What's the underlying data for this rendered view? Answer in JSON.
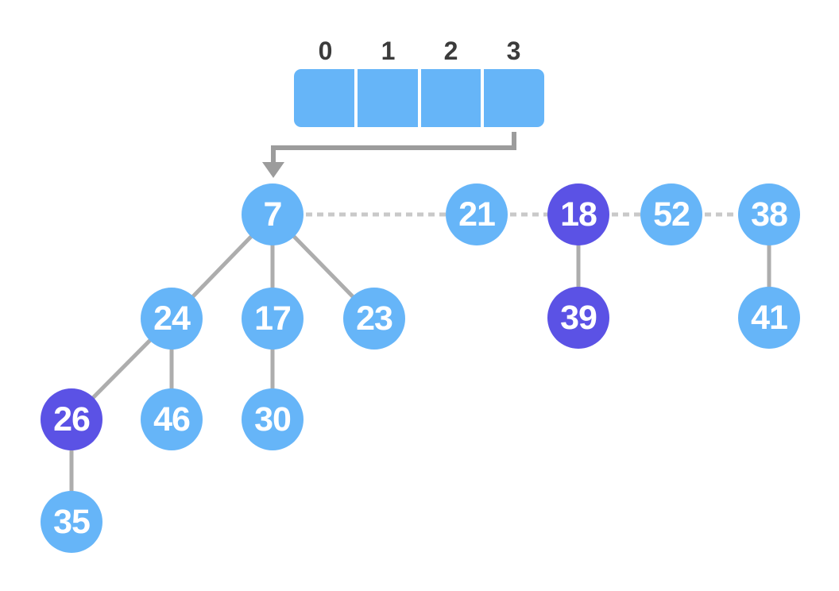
{
  "diagram": {
    "kind": "fibonacci-heap-visualization",
    "colors": {
      "node_blue": "#66b5f8",
      "node_marked_purple": "#5b52e5",
      "array_fill": "#66b5f8",
      "array_divider": "#ffffff",
      "index_label": "#3b3b3b",
      "tree_edge": "#adadad",
      "root_link_dash": "#c9c9c9",
      "pointer_arrow": "#9c9c9c",
      "node_text": "#ffffff"
    }
  },
  "array": {
    "indices": [
      "0",
      "1",
      "2",
      "3"
    ],
    "cell_count": 4,
    "cell_values": [
      "",
      "",
      "",
      ""
    ]
  },
  "nodes": [
    {
      "value": "7",
      "variant": "blue"
    },
    {
      "value": "21",
      "variant": "blue"
    },
    {
      "value": "18",
      "variant": "purple"
    },
    {
      "value": "52",
      "variant": "blue"
    },
    {
      "value": "38",
      "variant": "blue"
    },
    {
      "value": "24",
      "variant": "blue"
    },
    {
      "value": "17",
      "variant": "blue"
    },
    {
      "value": "23",
      "variant": "blue"
    },
    {
      "value": "39",
      "variant": "purple"
    },
    {
      "value": "41",
      "variant": "blue"
    },
    {
      "value": "26",
      "variant": "purple"
    },
    {
      "value": "46",
      "variant": "blue"
    },
    {
      "value": "30",
      "variant": "blue"
    },
    {
      "value": "35",
      "variant": "blue"
    }
  ],
  "structure": {
    "root_list": [
      "7",
      "21",
      "18",
      "52",
      "38"
    ],
    "tree_edges": [
      [
        "7",
        "24"
      ],
      [
        "7",
        "17"
      ],
      [
        "7",
        "23"
      ],
      [
        "24",
        "26"
      ],
      [
        "24",
        "46"
      ],
      [
        "17",
        "30"
      ],
      [
        "26",
        "35"
      ],
      [
        "18",
        "39"
      ],
      [
        "38",
        "41"
      ]
    ],
    "marked_nodes": [
      "18",
      "39",
      "26"
    ],
    "pointer_target": "7"
  }
}
